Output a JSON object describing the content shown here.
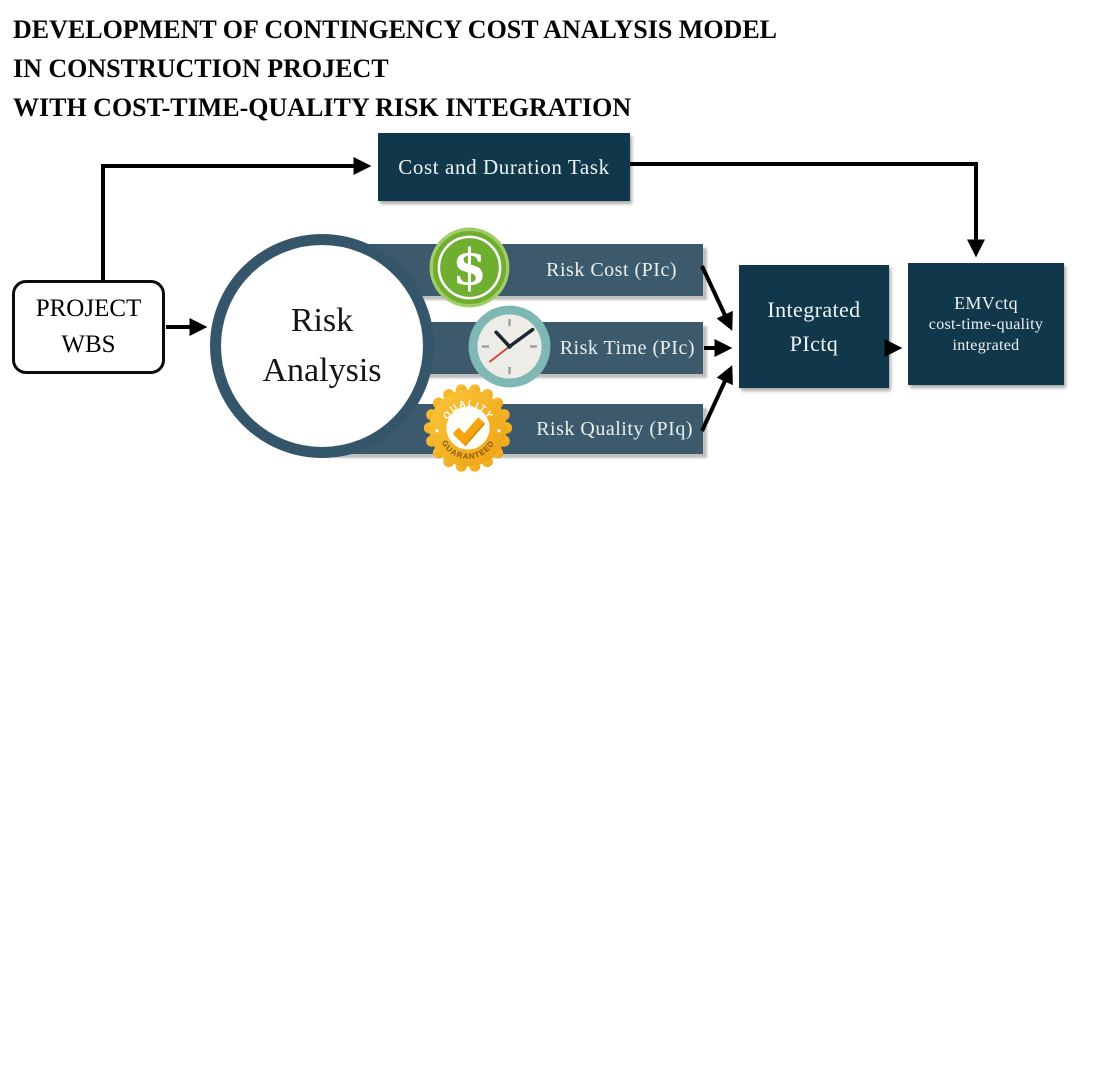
{
  "title": {
    "line1": "DEVELOPMENT OF CONTINGENCY COST ANALYSIS MODEL",
    "line2": "IN CONSTRUCTION PROJECT",
    "line3": "WITH COST-TIME-QUALITY RISK INTEGRATION"
  },
  "diagram": {
    "cost_duration_box": {
      "label": "Cost and Duration Task"
    },
    "wbs_box": {
      "line1": "PROJECT",
      "line2": "WBS"
    },
    "risk_circle": {
      "line1": "Risk",
      "line2": "Analysis"
    },
    "bars": [
      {
        "label": "Risk Cost (PIc)",
        "icon": "dollar-icon"
      },
      {
        "label": "Risk Time (PIc)",
        "icon": "clock-icon"
      },
      {
        "label": "Risk Quality (PIq)",
        "icon": "quality-badge-icon"
      }
    ],
    "integrated_box": {
      "line1": "Integrated",
      "line2": "PIctq"
    },
    "emv_box": {
      "line1": "EMVctq",
      "line2": "cost-time-quality",
      "line3": "integrated"
    },
    "badge": {
      "top_text": "QUALITY",
      "bottom_text": "GUARANTEED"
    },
    "icons": {
      "dollar_symbol": "$"
    }
  },
  "colors": {
    "dark_box": "#11384a",
    "bar": "#3c5a6c",
    "circle_ring": "#35566a",
    "green": "#6fae2f",
    "teal": "#7fb7b4",
    "gold": "#f2a81d",
    "arrow": "#000000",
    "text_light": "#eef3f2"
  }
}
